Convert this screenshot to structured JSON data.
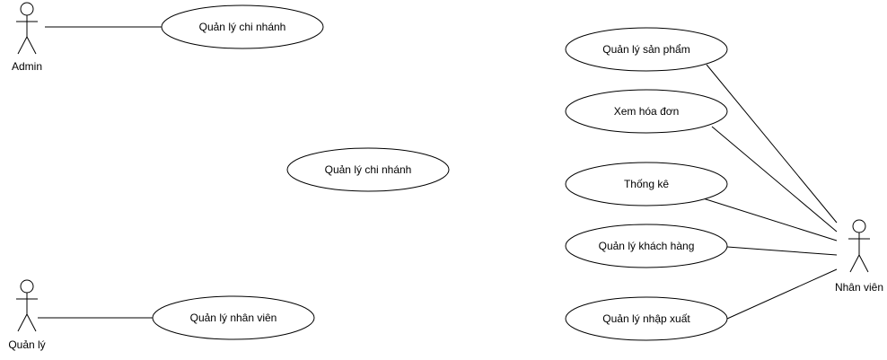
{
  "actors": {
    "admin": {
      "label": "Admin"
    },
    "manager": {
      "label": "Quản lý"
    },
    "staff": {
      "label": "Nhân viên"
    }
  },
  "use_cases": {
    "admin_branch": "Quản lý chi nhánh",
    "center_branch": "Quản lý chi nhánh",
    "manager_staff": "Quản lý nhân viên",
    "products": "Quản lý sản phẩm",
    "invoices": "Xem hóa đơn",
    "statistics": "Thống kê",
    "customers": "Quản lý khách hàng",
    "import_export": "Quản lý nhập xuất"
  }
}
